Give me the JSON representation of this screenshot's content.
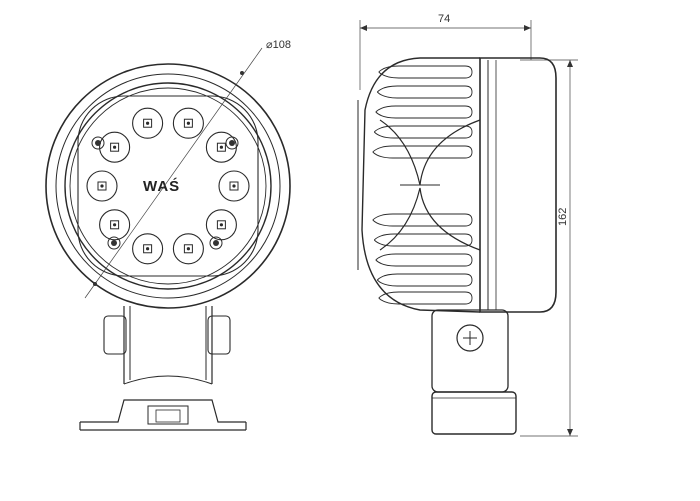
{
  "drawing": {
    "brand_label": "WAŚ",
    "dimensions": {
      "diameter": "⌀108",
      "depth": "74",
      "height": "162"
    },
    "views": [
      "front-view",
      "side-view"
    ],
    "front_led_count": 10,
    "colors": {
      "line": "#2a2a2a",
      "background": "#ffffff"
    }
  }
}
